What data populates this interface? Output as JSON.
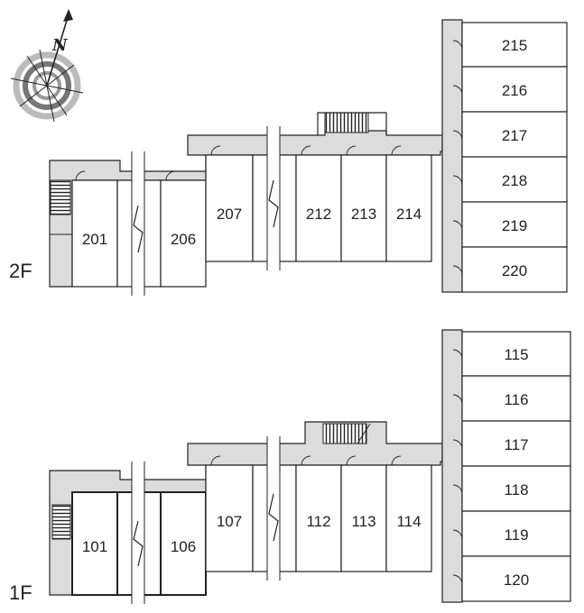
{
  "compass": {
    "label": "N"
  },
  "floors": [
    {
      "id": "2F",
      "label": "2F",
      "rooms_west": [
        "201",
        "206"
      ],
      "rooms_center": [
        "207",
        "212",
        "213",
        "214"
      ],
      "rooms_east": [
        "215",
        "216",
        "217",
        "218",
        "219",
        "220"
      ]
    },
    {
      "id": "1F",
      "label": "1F",
      "rooms_west": [
        "101",
        "106"
      ],
      "rooms_center": [
        "107",
        "112",
        "113",
        "114"
      ],
      "rooms_east": [
        "115",
        "116",
        "117",
        "118",
        "119",
        "120"
      ]
    }
  ]
}
